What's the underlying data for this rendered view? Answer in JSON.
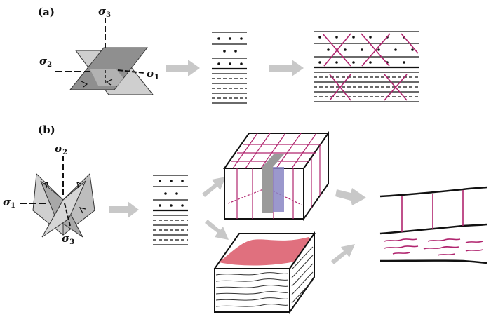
{
  "panel_a": {
    "label": "(a)",
    "sigma_1": "σ",
    "sub_1": "1",
    "sigma_2": "σ",
    "sub_2": "2",
    "sigma_3": "σ",
    "sub_3": "3"
  },
  "panel_b": {
    "label": "(b)",
    "sigma_1": "σ",
    "sub_1": "1",
    "sigma_2": "σ",
    "sub_2": "2",
    "sigma_3": "σ",
    "sub_3": "3"
  },
  "colors": {
    "fracture": "#b0246e",
    "fill_top": "#e0707e",
    "arrow": "#c8c8c8",
    "plane_light": "#cfcfcf",
    "plane_dark": "#8f8f8f",
    "ink": "#111111",
    "vein": "#8a86c4"
  }
}
